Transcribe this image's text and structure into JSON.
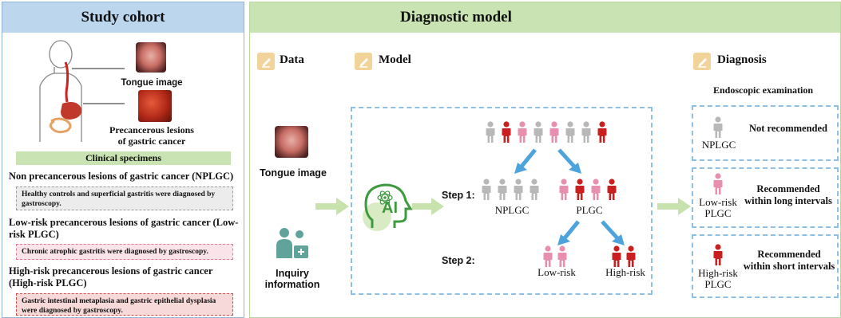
{
  "study": {
    "title": "Study cohort",
    "tongue_label": "Tongue image",
    "lesion_label_1": "Precancerous lesions",
    "lesion_label_2": "of gastric cancer",
    "clinical_specimens": "Clinical specimens",
    "cat1": "Non precancerous lesions of gastric cancer (NPLGC)",
    "cat1_desc": "Healthy controls and superficial gastritis were diagnosed by gastroscopy.",
    "cat2": "Low-risk precancerous lesions of gastric cancer (Low-risk PLGC)",
    "cat2_desc": "Chronic atrophic gastritis were diagnosed by gastroscopy.",
    "cat3": "High-risk precancerous lesions of gastric cancer (High-risk PLGC)",
    "cat3_desc": "Gastric intestinal metaplasia and gastric epithelial dysplasia were diagnosed by gastroscopy."
  },
  "model": {
    "title": "Diagnostic model",
    "data_label": "Data",
    "model_label": "Model",
    "diagnosis_label": "Diagnosis",
    "tongue_image": "Tongue image",
    "inquiry": "Inquiry information",
    "ai": "AI",
    "step1": "Step 1:",
    "step2": "Step 2:",
    "nplgc": "NPLGC",
    "plgc": "PLGC",
    "low_risk": "Low-risk",
    "high_risk": "High-risk",
    "endoscopic": "Endoscopic examination",
    "d1_group": "NPLGC",
    "d1_rec": "Not recommended",
    "d2_group_1": "Low-risk",
    "d2_group_2": "PLGC",
    "d2_rec_1": "Recommended",
    "d2_rec_2": "within long intervals",
    "d3_group_1": "High-risk",
    "d3_group_2": "PLGC",
    "d3_rec_1": "Recommended",
    "d3_rec_2": "within short intervals"
  },
  "colors": {
    "gray": "#b8b8b8",
    "pink": "#e88fb0",
    "red": "#c9201f",
    "arrow_blue": "#4da3db",
    "arrow_green": "#c7e2ad"
  }
}
